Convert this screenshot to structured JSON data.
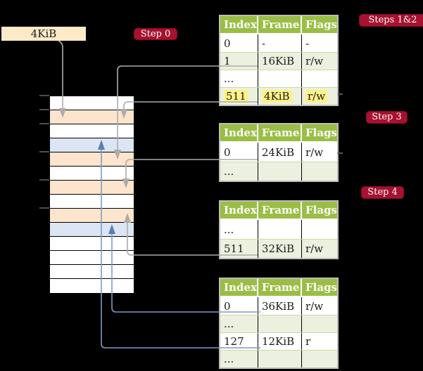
{
  "colors": {
    "background": "#000000",
    "badge_red": "#A8112F",
    "header_green": "#9ABE45",
    "row_green": "#EBF1DE",
    "separator_green": "#C9D9A0",
    "highlight_yellow": "#FDF287",
    "frame_peach": "#FCE5CC",
    "page_blue": "#DBE5F4",
    "box_cream": "#FCEAC8",
    "arrow_gray": "#ACACAC",
    "arrow_blue": "#8099C6",
    "arrowhead_blue": "#5D7DB3",
    "table_border_gray": "#BDBDBD"
  },
  "frame_size_box": {
    "label": "4KiB"
  },
  "step_badges": {
    "step0": "Step 0",
    "steps12": "Steps 1&2",
    "step3": "Step 3",
    "step4": "Step 4"
  },
  "physical_memory": {
    "rows": [
      {
        "type": "free"
      },
      {
        "type": "page-table"
      },
      {
        "type": "free"
      },
      {
        "type": "mapped-page"
      },
      {
        "type": "page-table"
      },
      {
        "type": "free"
      },
      {
        "type": "page-table"
      },
      {
        "type": "free"
      },
      {
        "type": "page-table"
      },
      {
        "type": "mapped-page"
      },
      {
        "type": "free"
      },
      {
        "type": "free"
      },
      {
        "type": "free"
      },
      {
        "type": "free"
      }
    ]
  },
  "tables": [
    {
      "id": "page-table-1",
      "headers": [
        "Index",
        "Frame",
        "Flags"
      ],
      "rows": [
        {
          "cells": [
            "0",
            "-",
            "-"
          ],
          "highlight": false
        },
        {
          "cells": [
            "1",
            "16KiB",
            "r/w"
          ],
          "highlight": false
        },
        {
          "cells": [
            "...",
            "",
            ""
          ],
          "highlight": false
        },
        {
          "cells": [
            "511",
            "4KiB",
            "r/w"
          ],
          "highlight": true
        }
      ]
    },
    {
      "id": "page-table-2",
      "headers": [
        "Index",
        "Frame",
        "Flags"
      ],
      "rows": [
        {
          "cells": [
            "0",
            "24KiB",
            "r/w"
          ],
          "highlight": false
        },
        {
          "cells": [
            "...",
            "",
            ""
          ],
          "highlight": false
        }
      ]
    },
    {
      "id": "page-table-3",
      "headers": [
        "Index",
        "Frame",
        "Flags"
      ],
      "rows": [
        {
          "cells": [
            "...",
            "",
            ""
          ],
          "highlight": false
        },
        {
          "cells": [
            "511",
            "32KiB",
            "r/w"
          ],
          "highlight": false
        }
      ]
    },
    {
      "id": "page-table-4",
      "headers": [
        "Index",
        "Frame",
        "Flags"
      ],
      "rows": [
        {
          "cells": [
            "0",
            "36KiB",
            "r/w"
          ],
          "highlight": false
        },
        {
          "cells": [
            "...",
            "",
            ""
          ],
          "highlight": false
        },
        {
          "cells": [
            "127",
            "12KiB",
            "r"
          ],
          "highlight": false
        },
        {
          "cells": [
            "...",
            "",
            ""
          ],
          "highlight": false
        }
      ]
    }
  ]
}
